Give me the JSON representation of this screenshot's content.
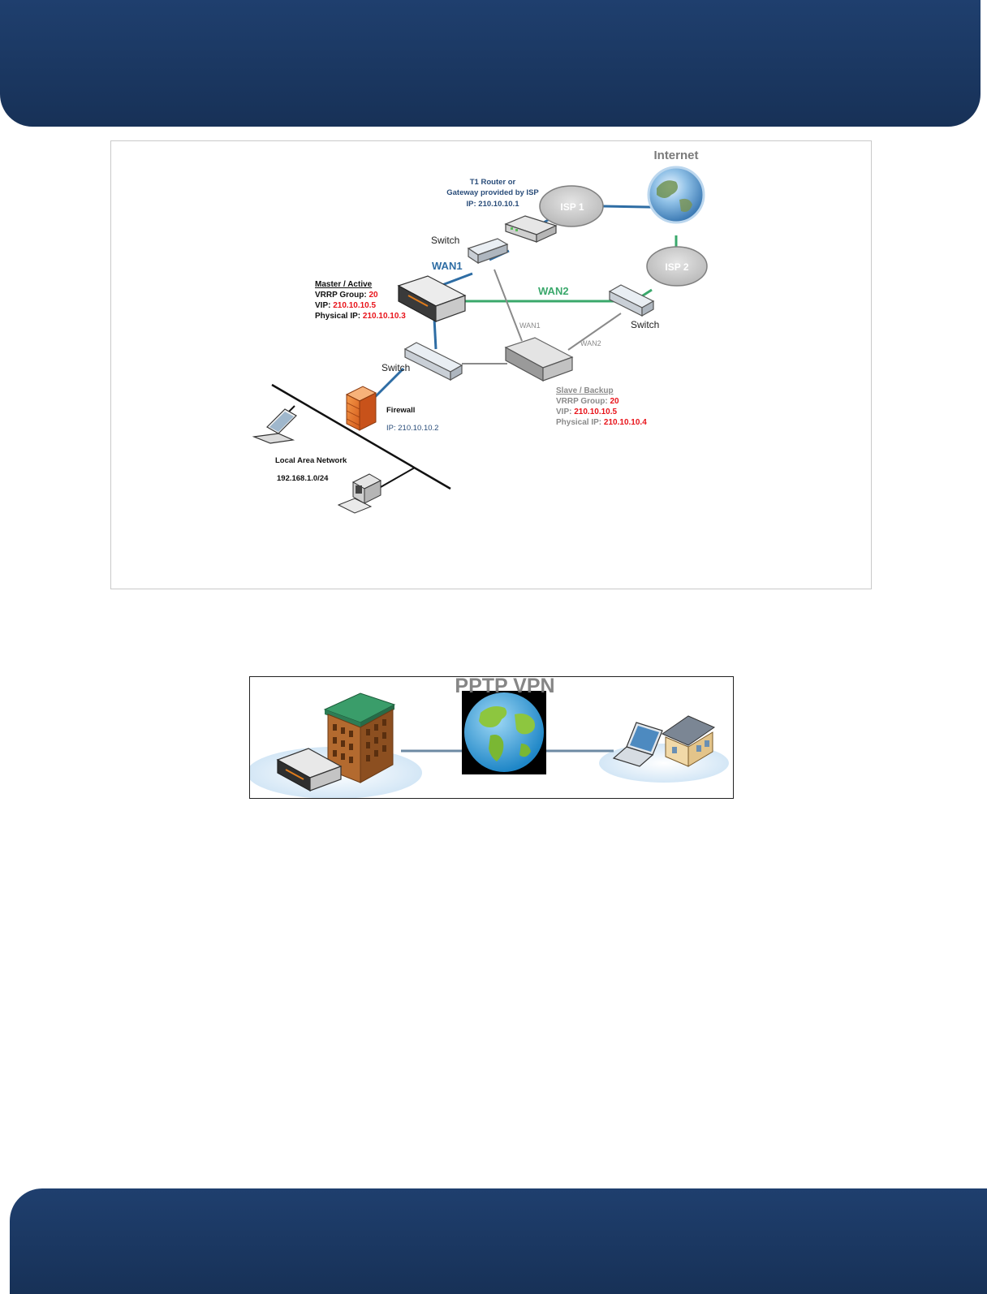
{
  "network_diagram": {
    "internet_label": "Internet",
    "isp1_label": "ISP 1",
    "isp2_label": "ISP 2",
    "t1_router_line1": "T1 Router or",
    "t1_router_line2": "Gateway provided by ISP",
    "t1_router_ip": "IP: 210.10.10.1",
    "switch_top_label": "Switch",
    "switch_right_label": "Switch",
    "switch_bottom_label": "Switch",
    "wan1_blue_label": "WAN1",
    "wan2_green_label": "WAN2",
    "wan1_gray_label": "WAN1",
    "wan2_gray_label": "WAN2",
    "master": {
      "title": "Master / Active",
      "vrrp_label": "VRRP Group: ",
      "vrrp_value": "20",
      "vip_label": "VIP: ",
      "vip_value": "210.10.10.5",
      "phys_label": "Physical IP: ",
      "phys_value": "210.10.10.3"
    },
    "slave": {
      "title": "Slave / Backup",
      "vrrp_label": "VRRP Group: ",
      "vrrp_value": "20",
      "vip_label": "VIP: ",
      "vip_value": "210.10.10.5",
      "phys_label": "Physical IP: ",
      "phys_value": "210.10.10.4"
    },
    "firewall_label": "Firewall",
    "firewall_ip": "IP: 210.10.10.2",
    "lan_label": "Local Area Network",
    "lan_subnet": "192.168.1.0/24"
  },
  "vpn_diagram": {
    "title": "PPTP VPN"
  },
  "colors": {
    "header_band": "#1c3a66",
    "wan1_blue": "#2e6da4",
    "wan2_green": "#3aa86b",
    "ip_red": "#e8141b"
  }
}
